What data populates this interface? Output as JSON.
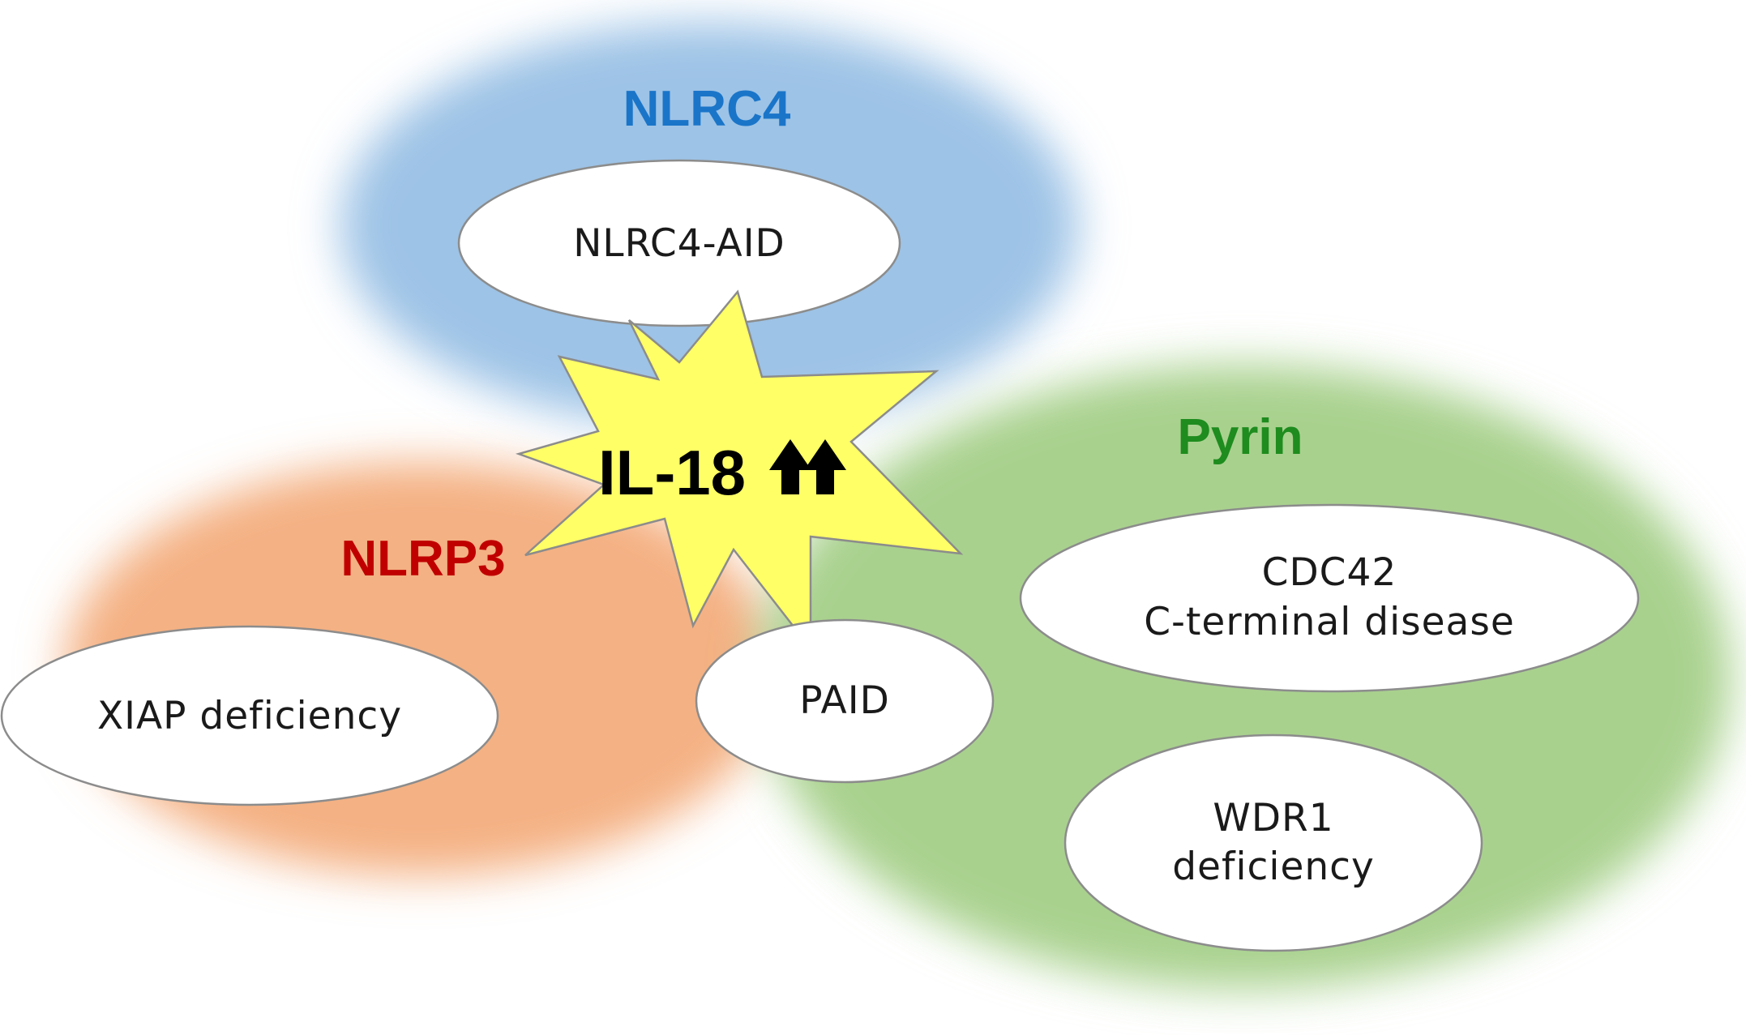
{
  "groups": {
    "nlrc4": {
      "title": "NLRC4",
      "color": "#1a75c9",
      "fill": "#9dc3e6"
    },
    "nlrp3": {
      "title": "NLRP3",
      "color": "#c00000",
      "fill": "#f4b183"
    },
    "pyrin": {
      "title": "Pyrin",
      "color": "#1e8c1e",
      "fill": "#a9d18e"
    }
  },
  "center": {
    "label": "IL-18",
    "arrow_icons": [
      "up-arrow-icon",
      "up-arrow-icon"
    ],
    "fill": "#ffff66"
  },
  "nodes": {
    "nlrc4_aid": "NLRC4-AID",
    "xiap": "XIAP deficiency",
    "paid": "PAID",
    "cdc42_line1": "CDC42",
    "cdc42_line2": "C-terminal disease",
    "wdr1_line1": "WDR1",
    "wdr1_line2": "deficiency"
  }
}
